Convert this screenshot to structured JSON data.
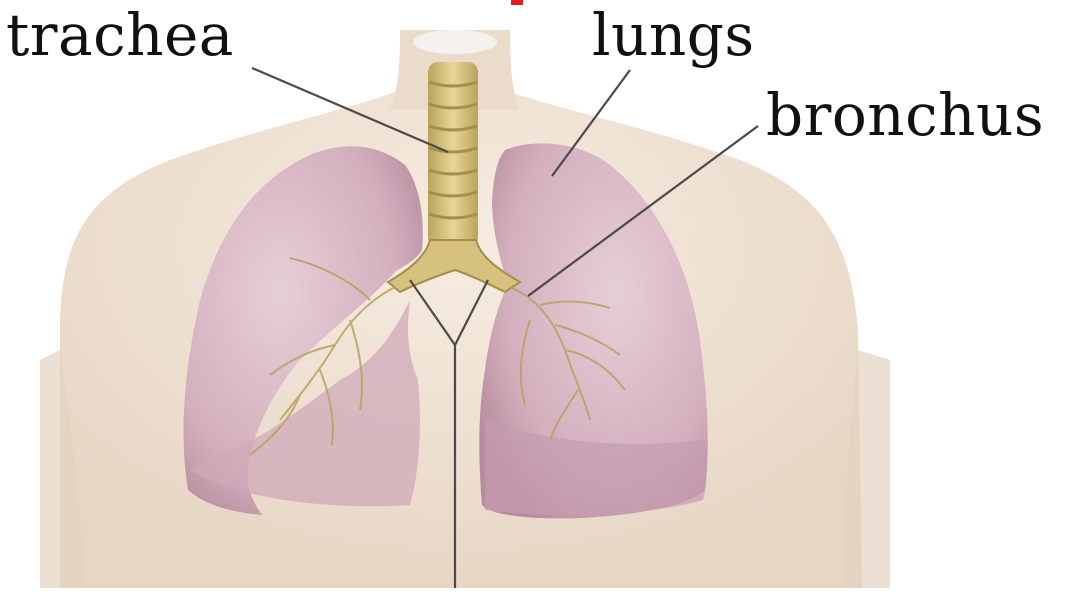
{
  "labels": {
    "trachea": "trachea",
    "lungs": "lungs",
    "bronchus": "bronchus"
  },
  "colors": {
    "skin": "#efe2d3",
    "lung": "#d8b7c3",
    "lung_shadow": "#b48a9b",
    "trachea": "#d6c27e",
    "leader_line": "#4a4a4a",
    "text": "#111111",
    "top_mark": "#e11d1d"
  }
}
